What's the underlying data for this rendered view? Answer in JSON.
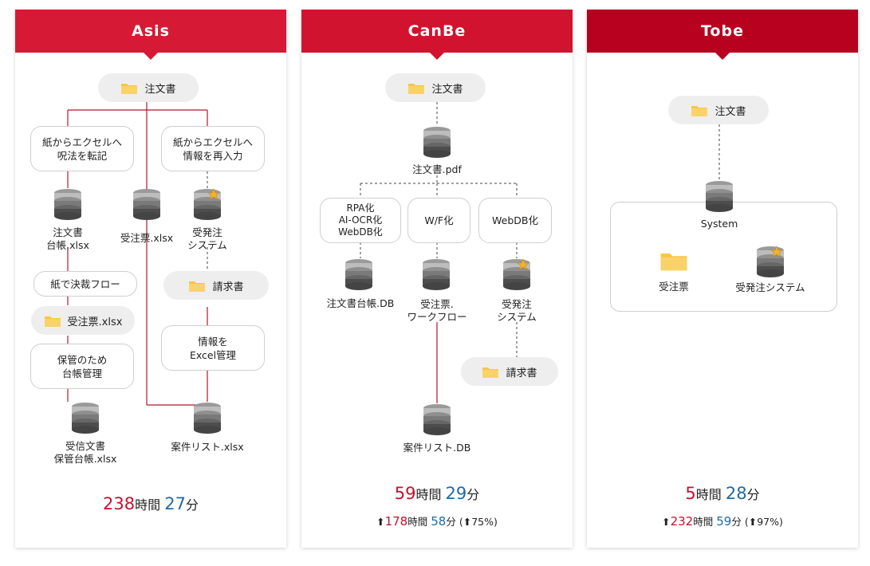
{
  "colors": {
    "red": "#c8102e",
    "blue": "#1f6aa5",
    "header_asis": "#d61a35",
    "header_canbe": "#d1132f",
    "header_tobe": "#b8001f"
  },
  "asis": {
    "title": "Asis",
    "order": "注文書",
    "box_left": "紙からエクセルへ\n呪法を転記",
    "box_right": "紙からエクセルへ\n情報を再入力",
    "db_ledger": "注文書\n台帳.xlsx",
    "db_order": "受注票.xlsx",
    "db_system": "受発注\nシステム",
    "approval": "紙で決裁フロー",
    "order_xlsx": "受注票.xlsx",
    "invoice": "請求書",
    "keep_box": "保管のため\n台帳管理",
    "excel_box": "情報を\nExcel管理",
    "db_received": "受信文書\n保管台帳.xlsx",
    "db_case": "案件リスト.xlsx",
    "total": {
      "hours": "238",
      "h_unit": "時間",
      "minutes": "27",
      "m_unit": "分"
    }
  },
  "canbe": {
    "title": "CanBe",
    "order": "注文書",
    "pdf": "注文書.pdf",
    "box_rpa": "RPA化\nAI-OCR化\nWebDB化",
    "box_wf": "W/F化",
    "box_webdb": "WebDB化",
    "db_ledger": "注文書台帳.DB",
    "db_workflow": "受注票.\nワークフロー",
    "db_system": "受発注\nシステム",
    "invoice": "請求書",
    "db_case": "案件リスト.DB",
    "total": {
      "hours": "59",
      "h_unit": "時間",
      "minutes": "29",
      "m_unit": "分"
    },
    "saving": {
      "arrow": "⬆",
      "hours": "178",
      "h_unit": "時間",
      "minutes": "58",
      "m_unit": "分",
      "pct_open": " (",
      "pct_arrow": "⬆",
      "pct": "75%",
      "pct_close": ")"
    }
  },
  "tobe": {
    "title": "Tobe",
    "order": "注文書",
    "system": "System",
    "order_slip": "受注票",
    "order_system": "受発注システム",
    "total": {
      "hours": "5",
      "h_unit": "時間",
      "minutes": "28",
      "m_unit": "分"
    },
    "saving": {
      "arrow": "⬆",
      "hours": "232",
      "h_unit": "時間",
      "minutes": "59",
      "m_unit": "分",
      "pct_open": " (",
      "pct_arrow": "⬆",
      "pct": "97%",
      "pct_close": ")"
    }
  }
}
